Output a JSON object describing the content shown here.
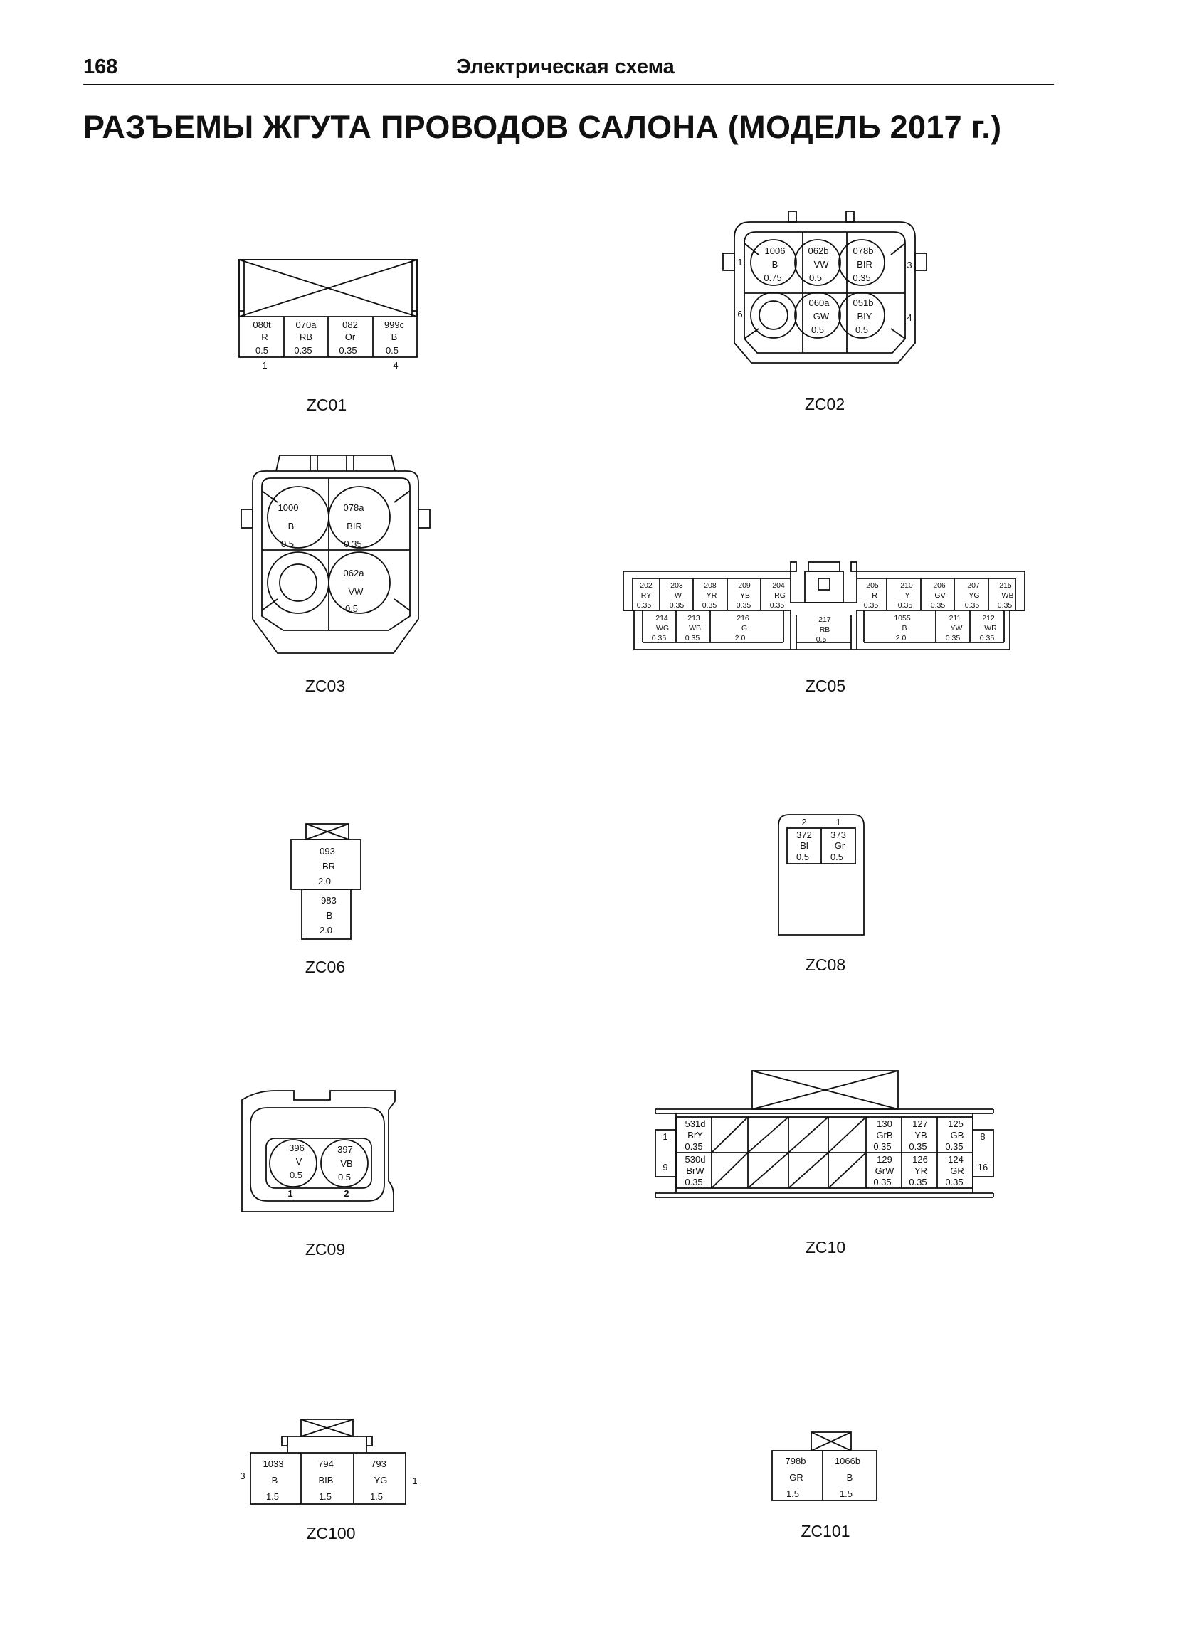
{
  "header": {
    "page_number": "168",
    "section_title": "Электрическая схема",
    "page_title": "РАЗЪЕМЫ ЖГУТА ПРОВОДОВ САЛОНА (МОДЕЛЬ 2017 г.)"
  },
  "connectors": {
    "zc01": {
      "label": "ZC01",
      "pin_first": "1",
      "pin_last": "4",
      "cells": [
        {
          "id": "080t",
          "color": "R",
          "size": "0.5"
        },
        {
          "id": "070a",
          "color": "RB",
          "size": "0.35"
        },
        {
          "id": "082",
          "color": "Or",
          "size": "0.35"
        },
        {
          "id": "999c",
          "color": "B",
          "size": "0.5"
        }
      ]
    },
    "zc02": {
      "label": "ZC02",
      "pins": {
        "p1": "1",
        "p3": "3",
        "p4": "4",
        "p6": "6"
      },
      "cells": [
        {
          "id": "1006",
          "color": "B",
          "size": "0.75"
        },
        {
          "id": "062b",
          "color": "VW",
          "size": "0.5"
        },
        {
          "id": "078b",
          "color": "BIR",
          "size": "0.35"
        },
        {
          "id": "060a",
          "color": "GW",
          "size": "0.5"
        },
        {
          "id": "051b",
          "color": "BIY",
          "size": "0.5"
        }
      ]
    },
    "zc03": {
      "label": "ZC03",
      "cells": [
        {
          "id": "1000",
          "color": "B",
          "size": "0.5"
        },
        {
          "id": "078a",
          "color": "BIR",
          "size": "0.35"
        },
        {
          "id": "062a",
          "color": "VW",
          "size": "0.5"
        }
      ]
    },
    "zc05": {
      "label": "ZC05",
      "top_left": [
        {
          "id": "202",
          "color": "RY",
          "size": "0.35"
        },
        {
          "id": "203",
          "color": "W",
          "size": "0.35"
        },
        {
          "id": "208",
          "color": "YR",
          "size": "0.35"
        },
        {
          "id": "209",
          "color": "YB",
          "size": "0.35"
        },
        {
          "id": "204",
          "color": "RG",
          "size": "0.35"
        }
      ],
      "top_right": [
        {
          "id": "205",
          "color": "R",
          "size": "0.35"
        },
        {
          "id": "210",
          "color": "Y",
          "size": "0.35"
        },
        {
          "id": "206",
          "color": "GV",
          "size": "0.35"
        },
        {
          "id": "207",
          "color": "YG",
          "size": "0.35"
        },
        {
          "id": "215",
          "color": "WB",
          "size": "0.35"
        }
      ],
      "bottom_left": [
        {
          "id": "214",
          "color": "WG",
          "size": "0.35"
        },
        {
          "id": "213",
          "color": "WBI",
          "size": "0.35"
        },
        {
          "id": "216",
          "color": "G",
          "size": "2.0"
        }
      ],
      "bottom_mid": {
        "id": "217",
        "color": "RB",
        "size": "0.5"
      },
      "bottom_right": [
        {
          "id": "1055",
          "color": "B",
          "size": "2.0"
        },
        {
          "id": "211",
          "color": "YW",
          "size": "0.35"
        },
        {
          "id": "212",
          "color": "WR",
          "size": "0.35"
        }
      ]
    },
    "zc06": {
      "label": "ZC06",
      "cells": [
        {
          "id": "093",
          "color": "BR",
          "size": "2.0"
        },
        {
          "id": "983",
          "color": "B",
          "size": "2.0"
        }
      ]
    },
    "zc08": {
      "label": "ZC08",
      "pin_left": "2",
      "pin_right": "1",
      "cells": [
        {
          "id": "372",
          "color": "Bl",
          "size": "0.5"
        },
        {
          "id": "373",
          "color": "Gr",
          "size": "0.5"
        }
      ]
    },
    "zc09": {
      "label": "ZC09",
      "pin_left": "1",
      "pin_right": "2",
      "cells": [
        {
          "id": "396",
          "color": "V",
          "size": "0.5"
        },
        {
          "id": "397",
          "color": "VB",
          "size": "0.5"
        }
      ]
    },
    "zc10": {
      "label": "ZC10",
      "pins": {
        "p1": "1",
        "p8": "8",
        "p9": "9",
        "p16": "16"
      },
      "left_top": {
        "id": "531d",
        "color": "BrY",
        "size": "0.35"
      },
      "left_bottom": {
        "id": "530d",
        "color": "BrW",
        "size": "0.35"
      },
      "right_top": [
        {
          "id": "130",
          "color": "GrB",
          "size": "0.35"
        },
        {
          "id": "127",
          "color": "YB",
          "size": "0.35"
        },
        {
          "id": "125",
          "color": "GB",
          "size": "0.35"
        }
      ],
      "right_bottom": [
        {
          "id": "129",
          "color": "GrW",
          "size": "0.35"
        },
        {
          "id": "126",
          "color": "YR",
          "size": "0.35"
        },
        {
          "id": "124",
          "color": "GR",
          "size": "0.35"
        }
      ]
    },
    "zc100": {
      "label": "ZC100",
      "pin_left": "3",
      "pin_right": "1",
      "cells": [
        {
          "id": "1033",
          "color": "B",
          "size": "1.5"
        },
        {
          "id": "794",
          "color": "BIB",
          "size": "1.5"
        },
        {
          "id": "793",
          "color": "YG",
          "size": "1.5"
        }
      ]
    },
    "zc101": {
      "label": "ZC101",
      "cells": [
        {
          "id": "798b",
          "color": "GR",
          "size": "1.5"
        },
        {
          "id": "1066b",
          "color": "B",
          "size": "1.5"
        }
      ]
    }
  }
}
